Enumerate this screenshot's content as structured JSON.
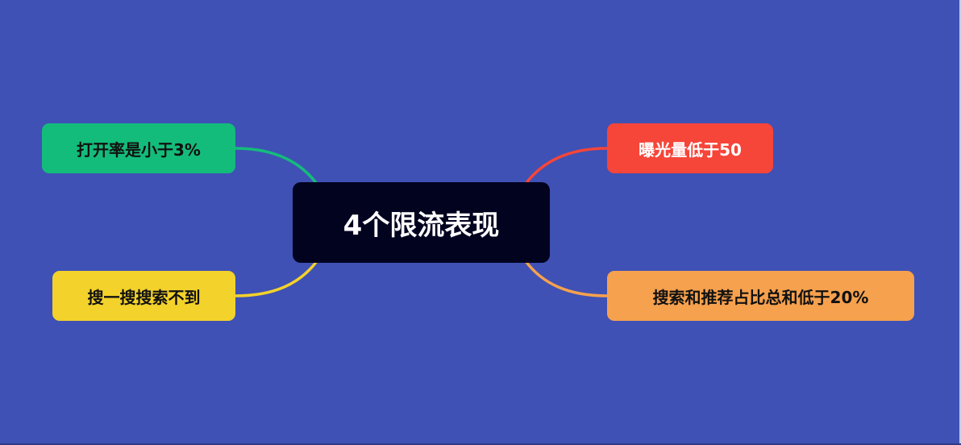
{
  "diagram": {
    "type": "mind-map",
    "background_color": "#3f51b4",
    "root": {
      "label": "4个限流表现",
      "color": "#02031f",
      "text_color": "#ffffff"
    },
    "branches": [
      {
        "id": "open-rate",
        "side": "left",
        "position": "top",
        "label": "打开率是小于3%",
        "color": "#14bc7b",
        "text_color": "#111111"
      },
      {
        "id": "search-missing",
        "side": "left",
        "position": "bottom",
        "label": "搜一搜搜索不到",
        "color": "#f3d22b",
        "text_color": "#111111"
      },
      {
        "id": "exposure",
        "side": "right",
        "position": "top",
        "label": "曝光量低于50",
        "color": "#f64539",
        "text_color": "#ffffff"
      },
      {
        "id": "search-recommend",
        "side": "right",
        "position": "bottom",
        "label": "搜索和推荐占比总和低于20%",
        "color": "#f6a14e",
        "text_color": "#111111"
      }
    ]
  }
}
